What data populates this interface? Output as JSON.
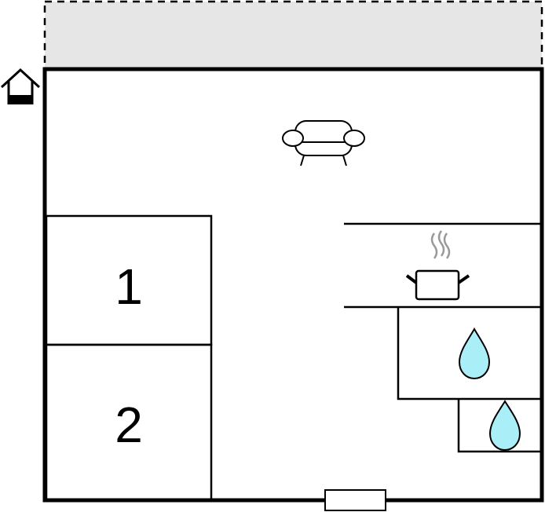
{
  "floorplan": {
    "rooms": [
      {
        "id": "bedroom-1",
        "label": "1"
      },
      {
        "id": "bedroom-2",
        "label": "2"
      }
    ],
    "icons": {
      "entrance": "house-entrance-icon",
      "living": "sofa-icon",
      "kitchen": "cooking-pot-icon",
      "bathroom": "water-drop-icon",
      "wc": "water-drop-icon",
      "window": "window-icon"
    },
    "colors": {
      "wall": "#000000",
      "terrace_fill": "#e6e6e6",
      "water": "#aaeef8"
    }
  }
}
